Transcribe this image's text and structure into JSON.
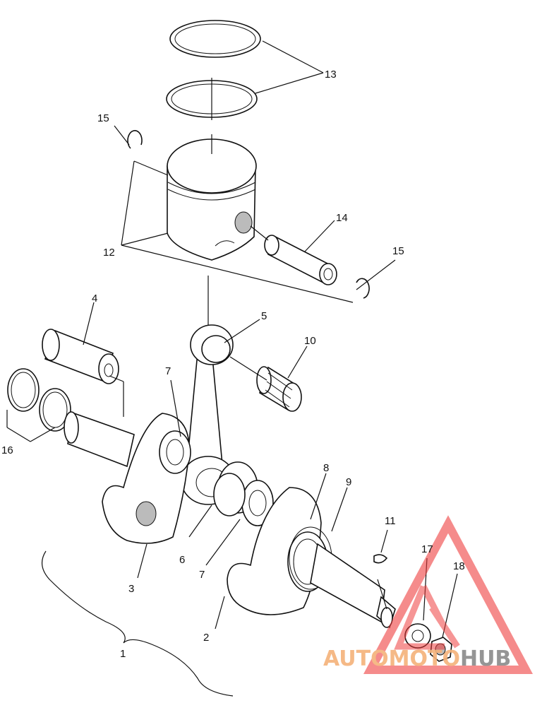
{
  "callouts": {
    "c1": "1",
    "c2": "2",
    "c3": "3",
    "c4": "4",
    "c5": "5",
    "c6": "6",
    "c7a": "7",
    "c7b": "7",
    "c8": "8",
    "c9": "9",
    "c10": "10",
    "c11": "11",
    "c12": "12",
    "c13": "13",
    "c14": "14",
    "c15a": "15",
    "c15b": "15",
    "c16": "16",
    "c17": "17",
    "c18": "18"
  },
  "watermark": {
    "part1": "AUTOM",
    "part2": "OTO",
    "part3": "HUB",
    "color_orange": "#f5b27a",
    "color_grey": "#8a8a8a",
    "color_red": "#ee3b3b"
  }
}
